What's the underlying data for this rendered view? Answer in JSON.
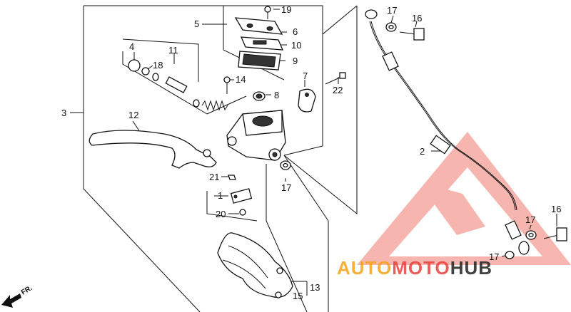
{
  "diagram": {
    "callouts": [
      {
        "id": "c1",
        "label": "1"
      },
      {
        "id": "c2",
        "label": "2"
      },
      {
        "id": "c3",
        "label": "3"
      },
      {
        "id": "c4",
        "label": "4"
      },
      {
        "id": "c5",
        "label": "5"
      },
      {
        "id": "c6",
        "label": "6"
      },
      {
        "id": "c7",
        "label": "7"
      },
      {
        "id": "c8",
        "label": "8"
      },
      {
        "id": "c9",
        "label": "9"
      },
      {
        "id": "c10",
        "label": "10"
      },
      {
        "id": "c11",
        "label": "11"
      },
      {
        "id": "c12",
        "label": "12"
      },
      {
        "id": "c13",
        "label": "13"
      },
      {
        "id": "c14",
        "label": "14"
      },
      {
        "id": "c15",
        "label": "15"
      },
      {
        "id": "c16a",
        "label": "16"
      },
      {
        "id": "c16b",
        "label": "16"
      },
      {
        "id": "c17a",
        "label": "17"
      },
      {
        "id": "c17b",
        "label": "17"
      },
      {
        "id": "c17c",
        "label": "17"
      },
      {
        "id": "c18",
        "label": "18"
      },
      {
        "id": "c19",
        "label": "19"
      },
      {
        "id": "c20",
        "label": "20"
      },
      {
        "id": "c21",
        "label": "21"
      },
      {
        "id": "c22",
        "label": "22"
      }
    ],
    "direction_label": "FR.",
    "watermark": {
      "part1": "AUTO",
      "part2": "MOTO",
      "part3": "HUB",
      "color_orange": "#f5a31a",
      "color_red": "#e8413c",
      "color_black": "#222222"
    }
  }
}
